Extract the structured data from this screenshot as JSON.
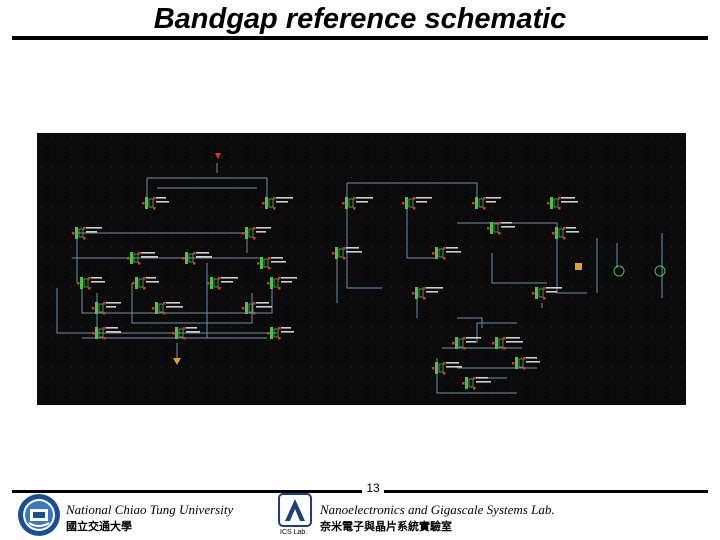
{
  "slide": {
    "title": "Bandgap reference schematic",
    "page_number": "13"
  },
  "footer": {
    "university_en": "National Chiao Tung University",
    "university_zh": "國立交通大學",
    "lab_en": "Nanoelectronics and Gigascale Systems Lab.",
    "lab_zh": "奈米電子與晶片系統實驗室",
    "lab_logo_caption": "ICS Lab."
  },
  "colors": {
    "schematic_bg": "#0b0b0b",
    "wire": "#6f8fa8",
    "device": "#4cc24c",
    "pin": "#e0362a",
    "label": "#cfcfcf",
    "rule": "#000000"
  },
  "icons": {
    "university_logo": "nctu-seal-icon",
    "lab_logo": "ics-lab-logo-icon"
  }
}
